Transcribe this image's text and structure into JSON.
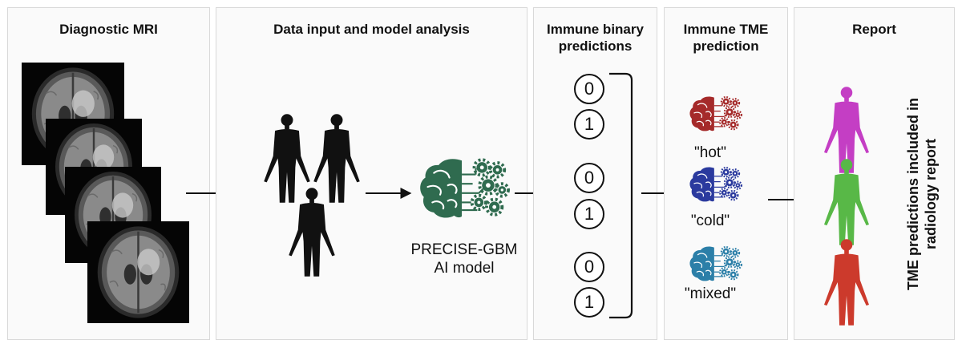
{
  "panels": {
    "mri": {
      "title": "Diagnostic MRI"
    },
    "data": {
      "title": "Data input and model analysis"
    },
    "binary": {
      "title_l1": "Immune binary",
      "title_l2": "predictions"
    },
    "tme": {
      "title_l1": "Immune TME",
      "title_l2": "prediction"
    },
    "report": {
      "title": "Report"
    }
  },
  "model": {
    "name_l1": "PRECISE-GBM",
    "name_l2": "AI model",
    "color": "#2f6b4f"
  },
  "binary_digits": [
    "0",
    "1",
    "0",
    "1",
    "0",
    "1"
  ],
  "tme_classes": [
    {
      "label": "\"hot\"",
      "color": "#a52a2a"
    },
    {
      "label": "\"cold\"",
      "color": "#2b3a9e"
    },
    {
      "label": "\"mixed\"",
      "color": "#2c7fa8"
    }
  ],
  "report_colors": [
    "#c43ec4",
    "#58b847",
    "#cc3a2c"
  ],
  "report_note": {
    "l1": "TME predictions included in",
    "l2": "radiology report"
  }
}
